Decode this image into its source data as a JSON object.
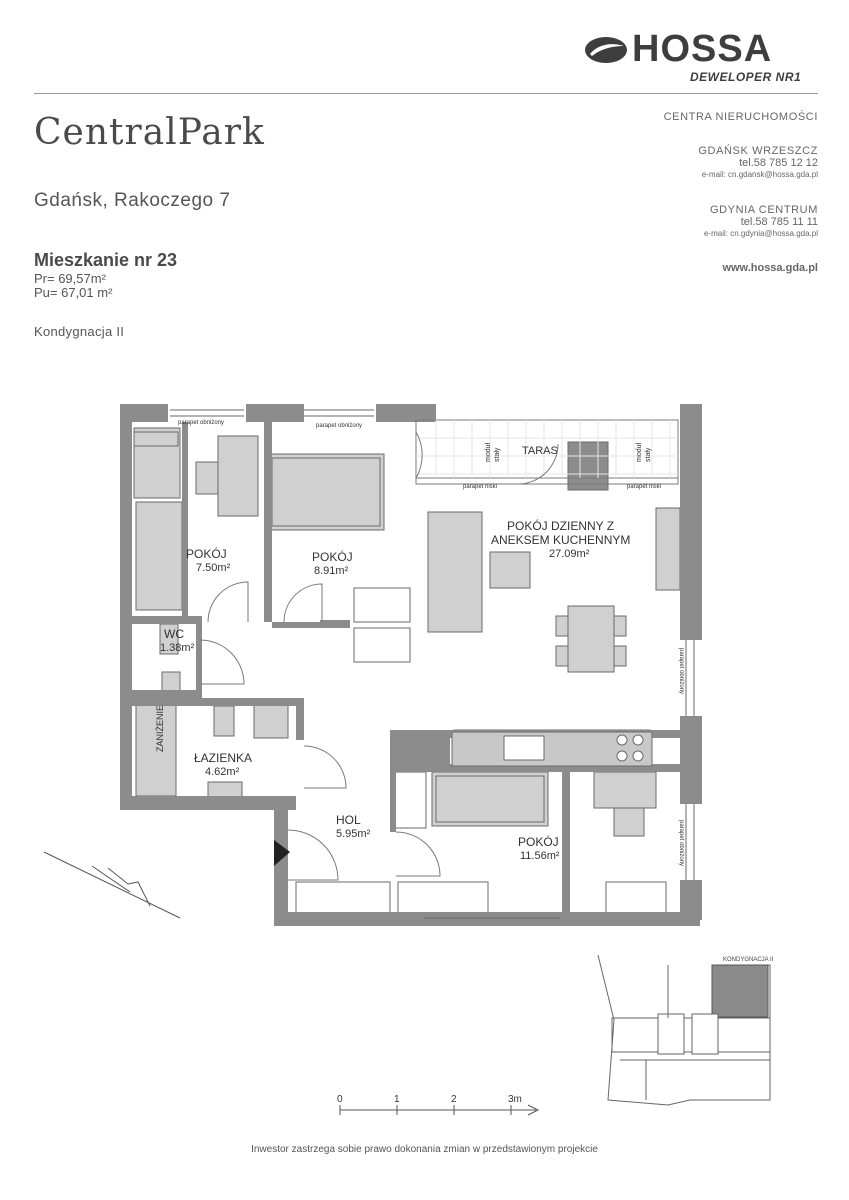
{
  "developer": {
    "logo_text": "HOSSA",
    "tagline": "DEWELOPER NR1",
    "offices_header": "CENTRA NIERUCHOMOŚCI",
    "offices": [
      {
        "name": "GDAŃSK WRZESZCZ",
        "tel": "tel.58 785 12 12",
        "email": "e-mail: cn.gdansk@hossa.gda.pl"
      },
      {
        "name": "GDYNIA CENTRUM",
        "tel": "tel.58 785 11 11",
        "email": "e-mail: cn.gdynia@hossa.gda.pl"
      }
    ],
    "website": "www.hossa.gda.pl"
  },
  "project": {
    "brand": "CentralPark",
    "address": "Gdańsk,  Rakoczego 7"
  },
  "apartment": {
    "title": "Mieszkanie nr 23",
    "pr": "Pr= 69,57m²",
    "pu": "Pu= 67,01 m²",
    "storey": "Kondygnacja II"
  },
  "rooms": [
    {
      "name": "POKÓJ",
      "area": "7.50m²"
    },
    {
      "name": "POKÓJ",
      "area": "8.91m²"
    },
    {
      "name": "POKÓJ DZIENNY Z",
      "name2": "ANEKSEM KUCHENNYM",
      "area": "27.09m²"
    },
    {
      "name": "WC",
      "area": "1.38m²"
    },
    {
      "name": "ŁAZIENKA",
      "area": "4.62m²"
    },
    {
      "name": "HOL",
      "area": "5.95m²"
    },
    {
      "name": "POKÓJ",
      "area": "11.56m²"
    }
  ],
  "plan_labels": {
    "taras": "TARAS",
    "parapet_obnizony": "parapet obniżony",
    "parapet_niski": "parapet niski",
    "modul_1": "moduł",
    "modul_2": "stały",
    "zanizenie": "ZANIŻENIE"
  },
  "keyplan": {
    "label": "KONDYGNACJA II"
  },
  "scale": {
    "ticks": [
      "0",
      "1",
      "2",
      "3m"
    ]
  },
  "footer": "Inwestor zastrzega sobie prawo dokonania zmian w przedstawionym projekcie",
  "colors": {
    "wall": "#8c8c8c",
    "furniture": "#d0d0d0",
    "text": "#4a4a4a",
    "highlight": "#8a8a8a"
  }
}
